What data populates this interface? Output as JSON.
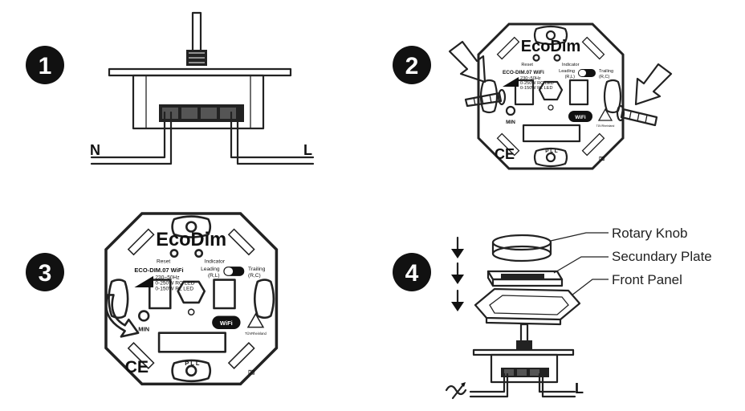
{
  "steps": [
    {
      "number": "1",
      "wires": {
        "left": "N",
        "right": "L"
      }
    },
    {
      "number": "2",
      "device": {
        "brand": "EcoDim",
        "reset": "Reset",
        "indicator": "Indicator",
        "model": "ECO-DIM.07 WiFi",
        "spec_voltage": "230~50Hz",
        "spec_rc": "0-250W RC LED",
        "spec_rl": "0-150W RL LED",
        "leading": "Leading",
        "leading_sub": "(R,L)",
        "trailing": "Trailing",
        "trailing_sub": "(R,C)",
        "min": "MIN",
        "wifi": "WiFi",
        "terminals": "P   L   L",
        "ce": "CE",
        "tuv": "TÜVRheinland"
      }
    },
    {
      "number": "3",
      "device": {
        "brand": "EcoDim",
        "reset": "Reset",
        "indicator": "Indicator",
        "model": "ECO-DIM.07 WiFi",
        "spec_voltage": "230~50Hz",
        "spec_rc": "0-250W RC LED",
        "spec_rl": "0-150W RL LED",
        "leading": "Leading",
        "leading_sub": "(R,L)",
        "trailing": "Trailing",
        "trailing_sub": "(R,C)",
        "min": "MIN",
        "wifi": "WiFi",
        "terminals": "P   L   L",
        "ce": "CE",
        "tuv": "TÜVRheinland"
      }
    },
    {
      "number": "4",
      "labels": {
        "rotary_knob": "Rotary Knob",
        "secondary_plate": "Secundary Plate",
        "front_panel": "Front Panel"
      },
      "wires": {
        "right": "L"
      }
    }
  ]
}
